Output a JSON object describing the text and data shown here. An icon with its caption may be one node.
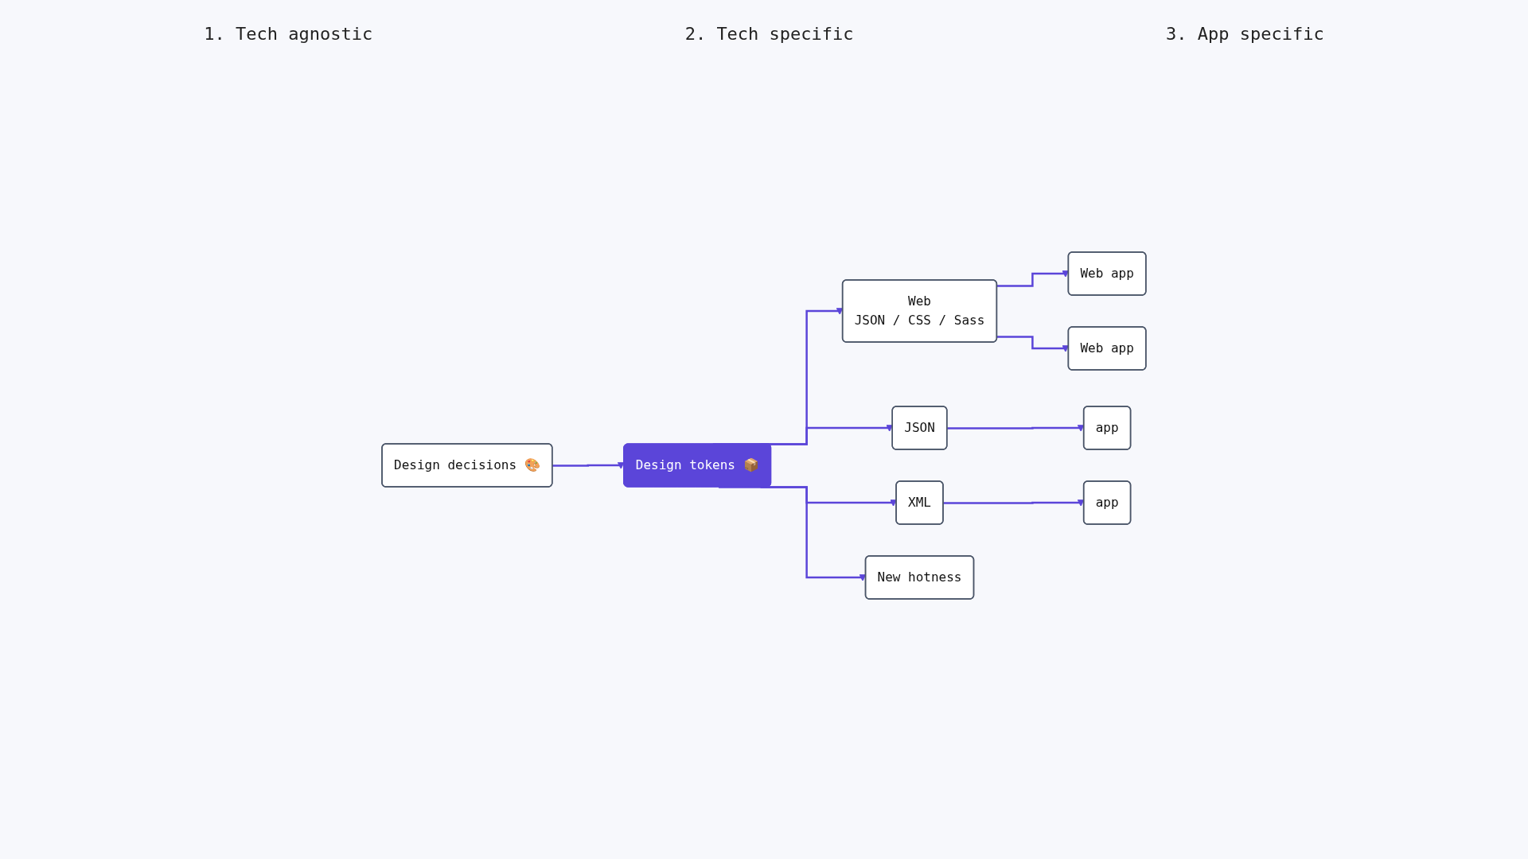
{
  "diagram": {
    "nodes": [
      {
        "text": [
          "Design decisions 🎨"
        ]
      },
      {
        "text": [
          "Design tokens 📦"
        ]
      },
      {
        "text": [
          "Web",
          "JSON / CSS / Sass"
        ]
      },
      {
        "text": [
          "JSON"
        ]
      },
      {
        "text": [
          "XML"
        ]
      },
      {
        "text": [
          "New hotness"
        ]
      },
      {
        "text": [
          "Web app"
        ]
      },
      {
        "text": [
          "Web app"
        ]
      },
      {
        "text": [
          "app"
        ]
      },
      {
        "text": [
          "app"
        ]
      }
    ],
    "edges": [
      {
        "from": 0,
        "to": 1,
        "arrow": "to"
      },
      {
        "from": 1,
        "to": 2,
        "arrow": "to"
      },
      {
        "from": 1,
        "to": 3,
        "arrow": "to"
      },
      {
        "from": 1,
        "to": 4,
        "arrow": "to"
      },
      {
        "from": 1,
        "to": 5,
        "arrow": "to"
      },
      {
        "from": 2,
        "to": 6,
        "arrow": "to"
      },
      {
        "from": 2,
        "to": 7,
        "arrow": "to"
      },
      {
        "from": 3,
        "to": 8,
        "arrow": "to"
      },
      {
        "from": 4,
        "to": 9,
        "arrow": "to"
      }
    ],
    "labels": [
      "1. Tech agnostic",
      "2. Tech specific",
      "3. App specific"
    ]
  }
}
